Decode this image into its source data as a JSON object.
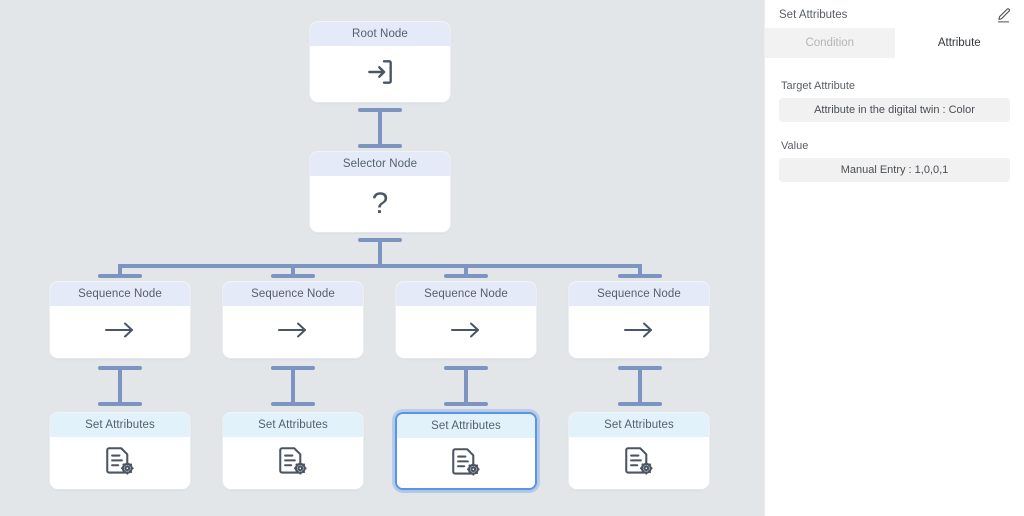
{
  "canvas": {
    "background_color": "#e2e6e9",
    "connector_color": "#7d93c0",
    "nodes": [
      {
        "id": "root",
        "title": "Root Node",
        "icon": "enter-arrow-icon",
        "header_color": "#e4eaf8",
        "selected": false
      },
      {
        "id": "selector",
        "title": "Selector Node",
        "icon": "question-mark-icon",
        "header_color": "#e4eaf8",
        "selected": false
      },
      {
        "id": "seq-0",
        "title": "Sequence Node",
        "icon": "arrow-right-icon",
        "header_color": "#e4eaf8",
        "selected": false
      },
      {
        "id": "seq-1",
        "title": "Sequence Node",
        "icon": "arrow-right-icon",
        "header_color": "#e4eaf8",
        "selected": false
      },
      {
        "id": "seq-2",
        "title": "Sequence Node",
        "icon": "arrow-right-icon",
        "header_color": "#e4eaf8",
        "selected": false
      },
      {
        "id": "seq-3",
        "title": "Sequence Node",
        "icon": "arrow-right-icon",
        "header_color": "#e4eaf8",
        "selected": false
      },
      {
        "id": "set-0",
        "title": "Set Attributes",
        "icon": "document-gear-icon",
        "header_color": "#e2f2fb",
        "selected": false
      },
      {
        "id": "set-1",
        "title": "Set Attributes",
        "icon": "document-gear-icon",
        "header_color": "#e2f2fb",
        "selected": false
      },
      {
        "id": "set-2",
        "title": "Set Attributes",
        "icon": "document-gear-icon",
        "header_color": "#e2f2fb",
        "selected": true
      },
      {
        "id": "set-3",
        "title": "Set Attributes",
        "icon": "document-gear-icon",
        "header_color": "#e2f2fb",
        "selected": false
      }
    ],
    "question_glyph": "?"
  },
  "panel": {
    "title": "Set Attributes",
    "edit_icon": "pencil-edit-icon",
    "tabs": [
      {
        "label": "Condition",
        "active": false
      },
      {
        "label": "Attribute",
        "active": true
      }
    ],
    "fields": [
      {
        "label": "Target Attribute",
        "value": "Attribute in the digital twin : Color"
      },
      {
        "label": "Value",
        "value": "Manual Entry : 1,0,0,1"
      }
    ],
    "selection_accent_color": "#5b93e8"
  }
}
